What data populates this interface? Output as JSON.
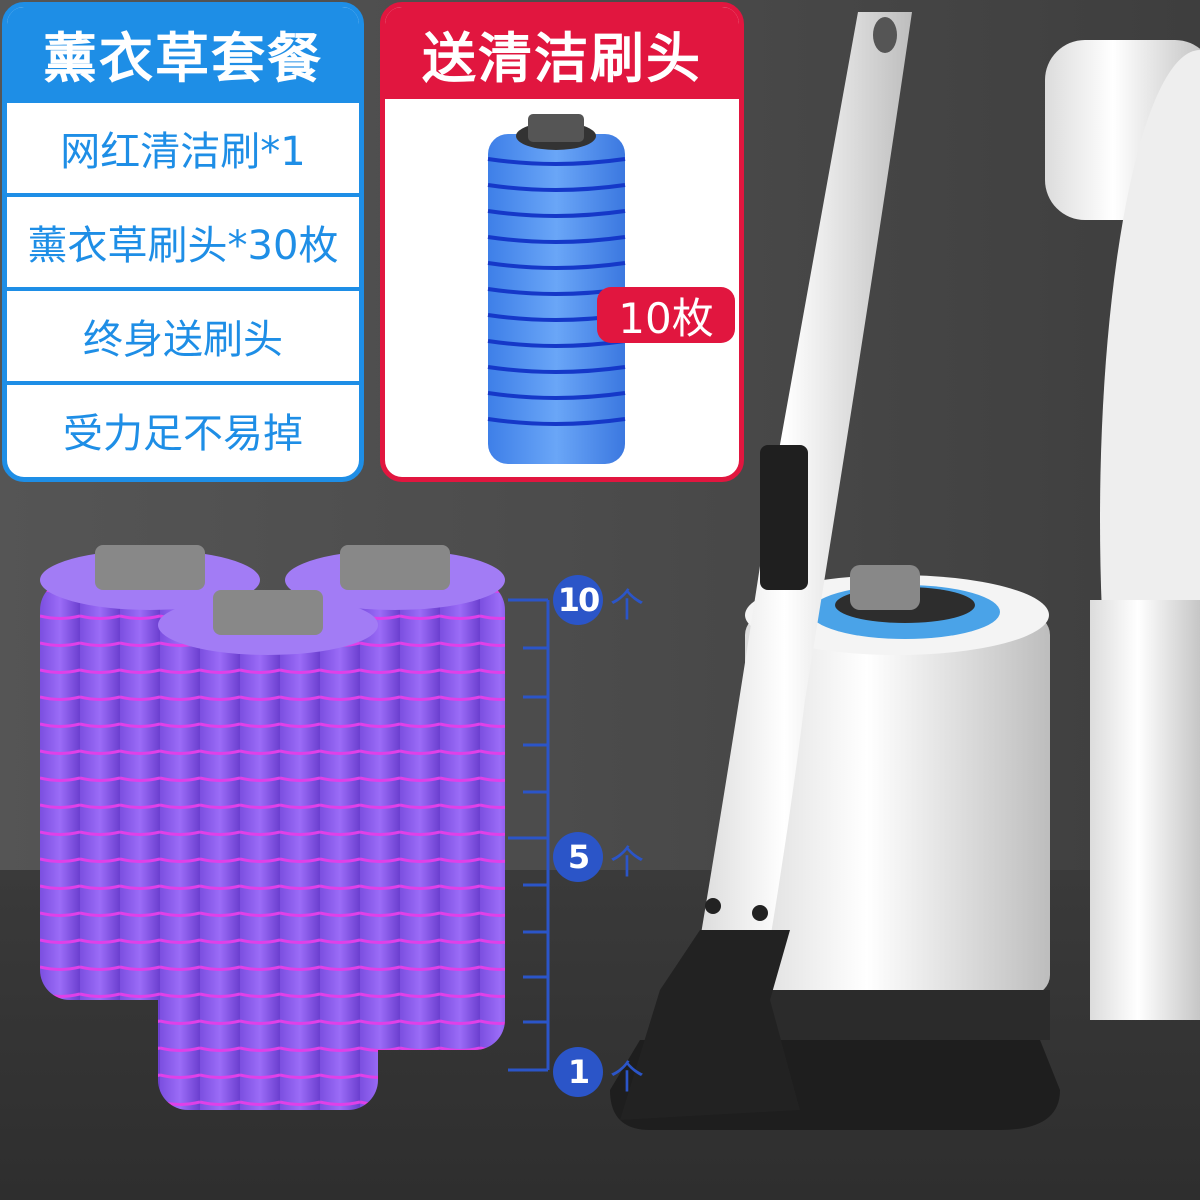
{
  "package_card": {
    "title": "薰衣草套餐",
    "items": [
      "网红清洁刷*1",
      "薰衣草刷头*30枚",
      "终身送刷头",
      "受力足不易掉"
    ]
  },
  "gift_card": {
    "title": "送清洁刷头",
    "badge": "10枚"
  },
  "scale": {
    "marks": [
      {
        "label": "10",
        "unit": "个"
      },
      {
        "label": "5",
        "unit": "个"
      },
      {
        "label": "1",
        "unit": "个"
      }
    ]
  },
  "colors": {
    "blue": "#1e8ee6",
    "red": "#e1163f",
    "scale_blue": "#2b55c8",
    "purple": "#8a5cf0",
    "stripe_pink": "#e040e8"
  }
}
